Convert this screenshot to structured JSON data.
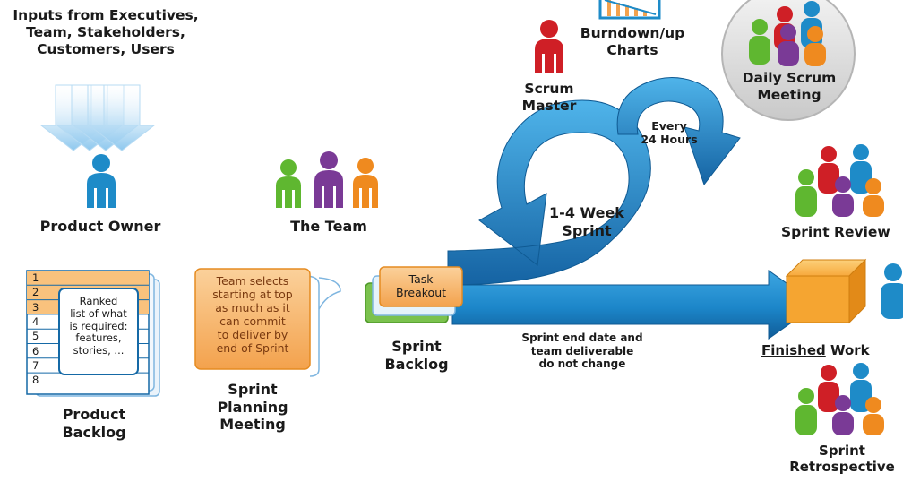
{
  "inputs_label": "Inputs from Executives,\nTeam, Stakeholders,\nCustomers, Users",
  "product_owner_label": "Product Owner",
  "team_label": "The Team",
  "scrum_master_label": "Scrum\nMaster",
  "burndown_label": "Burndown/up\nCharts",
  "daily_scrum_label": "Daily Scrum\nMeeting",
  "every_label": "Every\n24 Hours",
  "sprint_label": "1-4 Week\nSprint",
  "sprint_review_label": "Sprint Review",
  "finished_prefix": "Finished",
  "finished_suffix": " Work",
  "retrospective_label": "Sprint\nRetrospective",
  "product_backlog": {
    "rows": [
      "1",
      "2",
      "3",
      "4",
      "5",
      "6",
      "7",
      "8"
    ],
    "note": "Ranked\nlist of what\nis required:\nfeatures,\nstories, ...",
    "label": "Product\nBacklog"
  },
  "planning": {
    "note": "Team selects\nstarting at top\nas much as it\ncan commit\nto deliver by\nend of Sprint",
    "label": "Sprint\nPlanning\nMeeting"
  },
  "sprint_backlog": {
    "card": "Task\nBreakout",
    "label": "Sprint\nBacklog"
  },
  "sprint_end_label": "Sprint end date and\nteam deliverable\ndo not change",
  "colors": {
    "blue_arrow": "#1f8fd4",
    "dark_blue": "#1569a6",
    "person_blue": "#1e8bc8",
    "person_red": "#cf1f26",
    "person_green": "#5fb730",
    "person_purple": "#7a3a96",
    "person_orange": "#ef8a1f",
    "backlog_orange": "#f7b266",
    "sprint_green": "#5fb730"
  }
}
